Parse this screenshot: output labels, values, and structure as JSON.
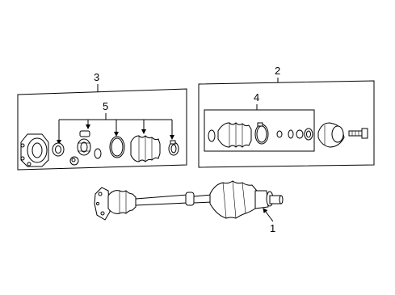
{
  "diagram": {
    "callouts": {
      "c1": "1",
      "c2": "2",
      "c3": "3",
      "c4": "4",
      "c5": "5"
    },
    "line_color": "#000000",
    "background": "#ffffff"
  }
}
